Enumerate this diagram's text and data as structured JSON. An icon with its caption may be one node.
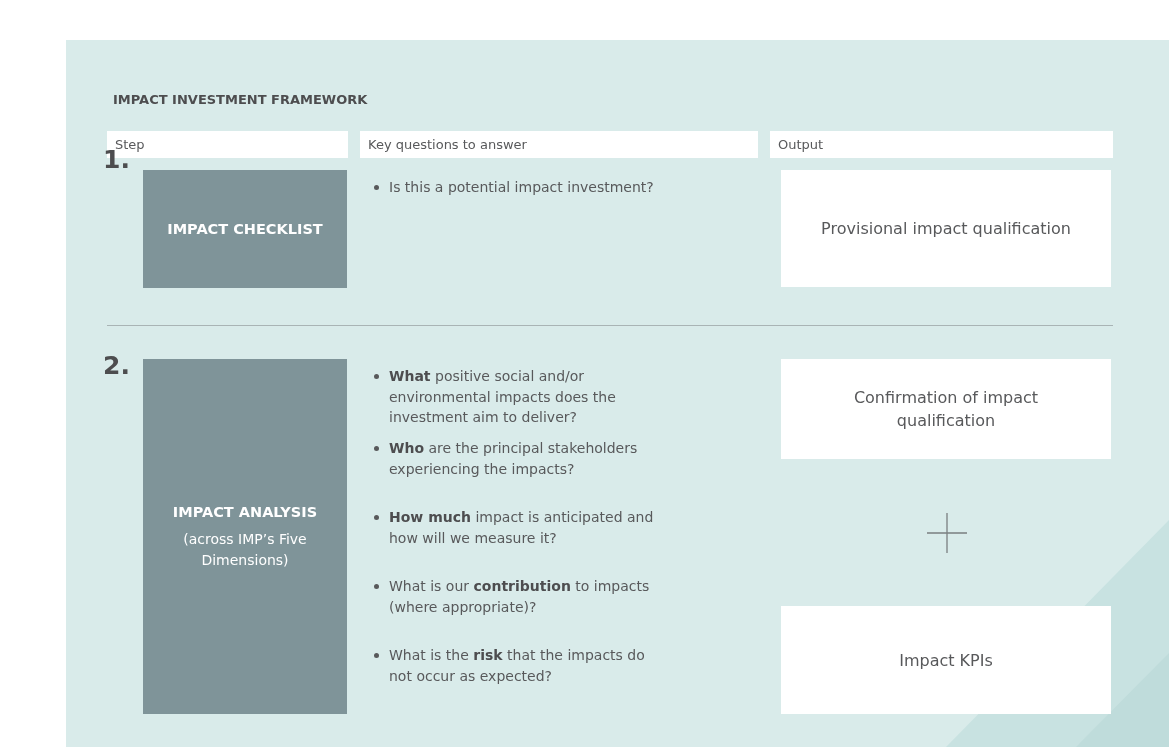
{
  "diagram": {
    "title": "IMPACT INVESTMENT FRAMEWORK",
    "nodes": [
      {
        "text": [
          "Step"
        ]
      },
      {
        "text": [
          "Key questions to answer"
        ]
      },
      {
        "text": [
          "Output"
        ]
      },
      {
        "text": [
          "IMPACT CHECKLIST"
        ]
      },
      {
        "text": [
          "Provisional impact qualification"
        ]
      },
      {
        "text": [
          "IMPACT ANALYSIS",
          "(across IMP’s Five Dimensions)"
        ]
      },
      {
        "text": [
          "Confirmation of impact qualification"
        ]
      },
      {
        "text": [
          "Impact KPIs"
        ]
      }
    ],
    "labels": [
      "1.",
      "Is this a potential impact investment?",
      "2.",
      "**What** positive social and/or environmental impacts does the investment aim to deliver?",
      "**Who** are the principal stakeholders experiencing the impacts?",
      "**How much** impact is anticipated and how will we measure it?",
      "What is our **contribution** to impacts (where appropriate)?",
      "What is the **risk** that the impacts do not occur as expected?"
    ]
  }
}
